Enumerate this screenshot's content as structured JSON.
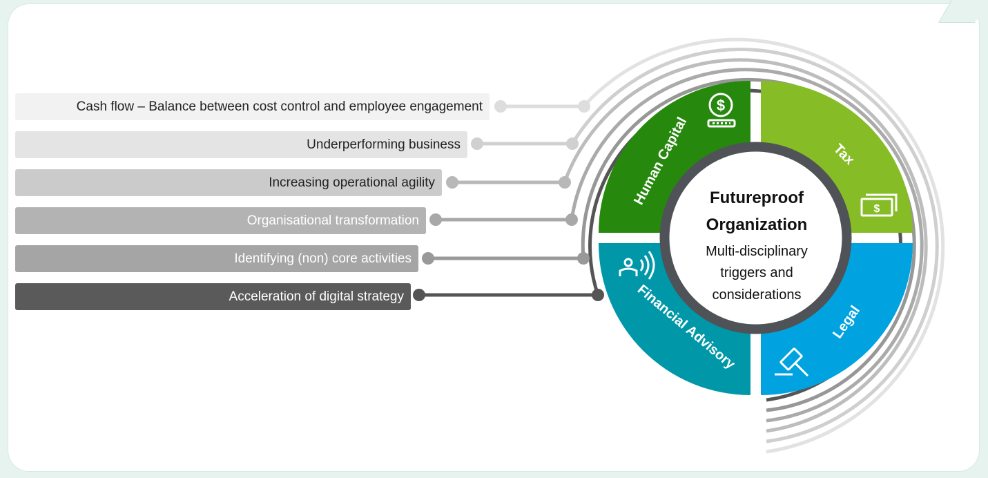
{
  "center": {
    "title_line1": "Futureproof",
    "title_line2": "Organization",
    "subtitle_line1": "Multi-disciplinary",
    "subtitle_line2": "triggers and",
    "subtitle_line3": "considerations"
  },
  "segments": [
    {
      "label": "Human Capital",
      "color": "#26890d",
      "icon": "dollar-coin-icon"
    },
    {
      "label": "Tax",
      "color": "#86bc25",
      "icon": "banknotes-icon"
    },
    {
      "label": "Legal",
      "color": "#00a3e0",
      "icon": "gavel-icon"
    },
    {
      "label": "Financial Advisory",
      "color": "#0097a9",
      "icon": "presenter-icon"
    }
  ],
  "triggers": [
    {
      "label": "Cash flow – Balance between cost control and employee engagement",
      "bg": "#f2f2f2",
      "fg": "#222222",
      "line": "#dddddd"
    },
    {
      "label": "Underperforming business",
      "bg": "#e4e4e4",
      "fg": "#222222",
      "line": "#d0d0d0"
    },
    {
      "label": "Increasing operational agility",
      "bg": "#cbcbcb",
      "fg": "#222222",
      "line": "#b8b8b8"
    },
    {
      "label": "Organisational transformation",
      "bg": "#b3b3b3",
      "fg": "#ffffff",
      "line": "#a8a8a8"
    },
    {
      "label": "Identifying (non) core activities",
      "bg": "#a5a5a5",
      "fg": "#ffffff",
      "line": "#999999"
    },
    {
      "label": "Acceleration of digital strategy",
      "bg": "#5a5a5a",
      "fg": "#ffffff",
      "line": "#555555"
    }
  ]
}
